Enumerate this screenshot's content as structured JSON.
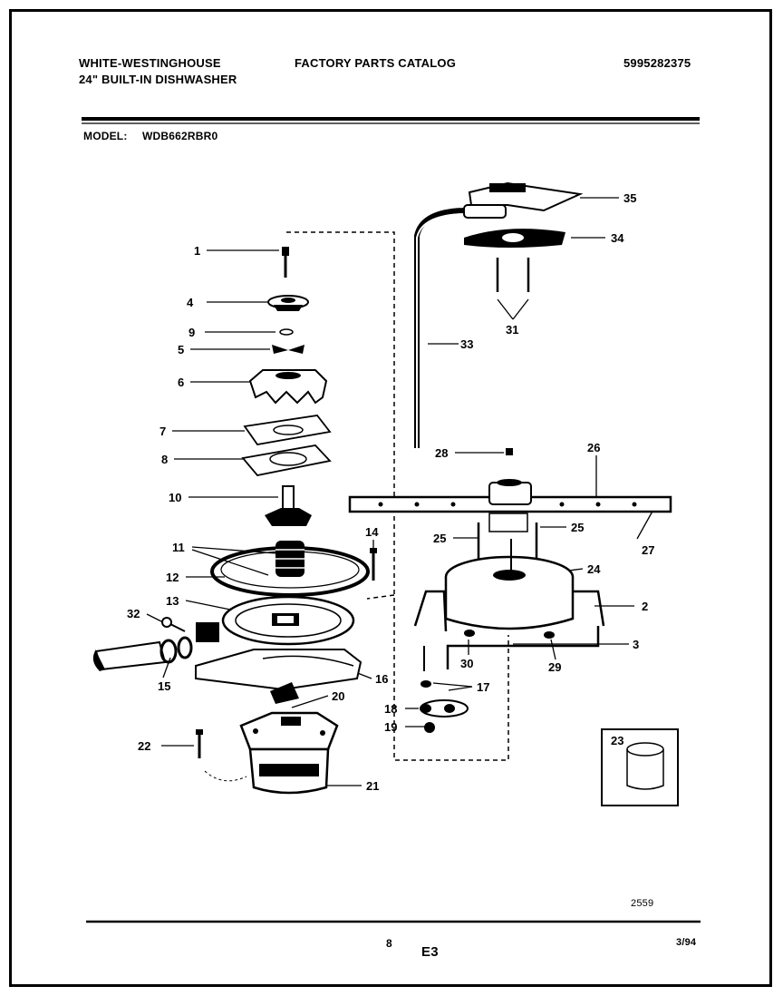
{
  "header": {
    "brand": "WHITE-WESTINGHOUSE",
    "product": "24\" BUILT-IN DISHWASHER",
    "catalog": "FACTORY PARTS CATALOG",
    "part_number": "5995282375",
    "model_label": "MODEL:",
    "model_value": "WDB662RBR0"
  },
  "callouts": [
    "1",
    "4",
    "9",
    "5",
    "6",
    "7",
    "8",
    "10",
    "11",
    "12",
    "13",
    "32",
    "15",
    "14",
    "16",
    "20",
    "22",
    "21",
    "35",
    "34",
    "31",
    "33",
    "28",
    "26",
    "25",
    "25",
    "27",
    "24",
    "2",
    "3",
    "30",
    "29",
    "17",
    "18",
    "19",
    "23"
  ],
  "footer": {
    "drawing_number": "2559",
    "page_number": "8",
    "section": "E3",
    "date": "3/94"
  },
  "colors": {
    "ink": "#000000",
    "paper": "#ffffff"
  }
}
